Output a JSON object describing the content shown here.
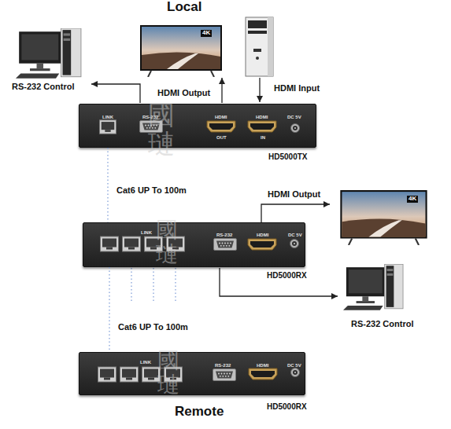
{
  "diagram": {
    "nodes": [
      {
        "text": [
          "LINK",
          "RS-232",
          "HDMI",
          "OUT",
          "HDMI",
          "IN",
          "DC 5V",
          "HD5000TX"
        ]
      },
      {
        "text": [
          "LINK",
          "RS-232",
          "HDMI",
          "DC 5V",
          "HD5000RX"
        ]
      },
      {
        "text": [
          "LINK",
          "RS-232",
          "HDMI",
          "DC 5V",
          "HD5000RX"
        ]
      }
    ],
    "edges": [
      {
        "from": 0,
        "to": 1,
        "arrow": "none",
        "label": "Cat6 UP To 100m"
      },
      {
        "from": 1,
        "to": 2,
        "arrow": "none",
        "label": "Cat6 UP To 100m"
      }
    ],
    "labels": [
      "Local",
      "RS-232 Control",
      "HDMI Output",
      "HDMI Input",
      "4K",
      "國璉",
      "HDMI Output",
      "4K",
      "RS-232 Control",
      "國璉",
      "國璉",
      "Remote"
    ]
  }
}
